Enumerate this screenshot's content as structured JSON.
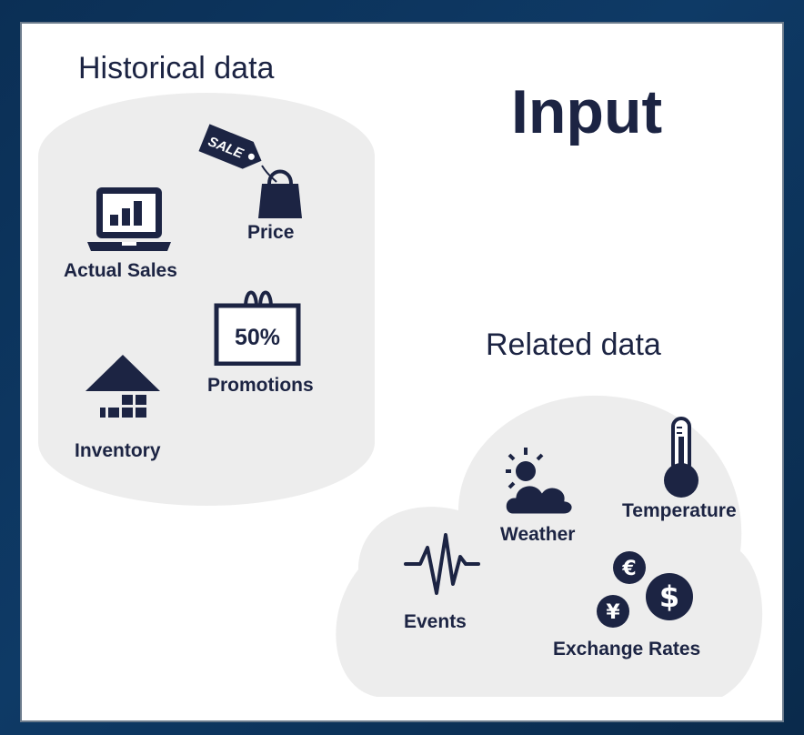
{
  "diagram": {
    "historical_title": "Historical data",
    "input_title": "Input",
    "related_title": "Related data",
    "historical_items": {
      "actual_sales": "Actual Sales",
      "price": "Price",
      "sale_tag_text": "SALE",
      "promotions": "Promotions",
      "promotion_badge": "50%",
      "inventory": "Inventory"
    },
    "related_items": {
      "weather": "Weather",
      "temperature": "Temperature",
      "events": "Events",
      "exchange_rates": "Exchange Rates",
      "currency_euro": "€",
      "currency_yen": "¥",
      "currency_dollar": "$"
    }
  },
  "colors": {
    "navy": "#1c2443",
    "shape_fill": "#ededed",
    "background": "#0b2f55"
  }
}
